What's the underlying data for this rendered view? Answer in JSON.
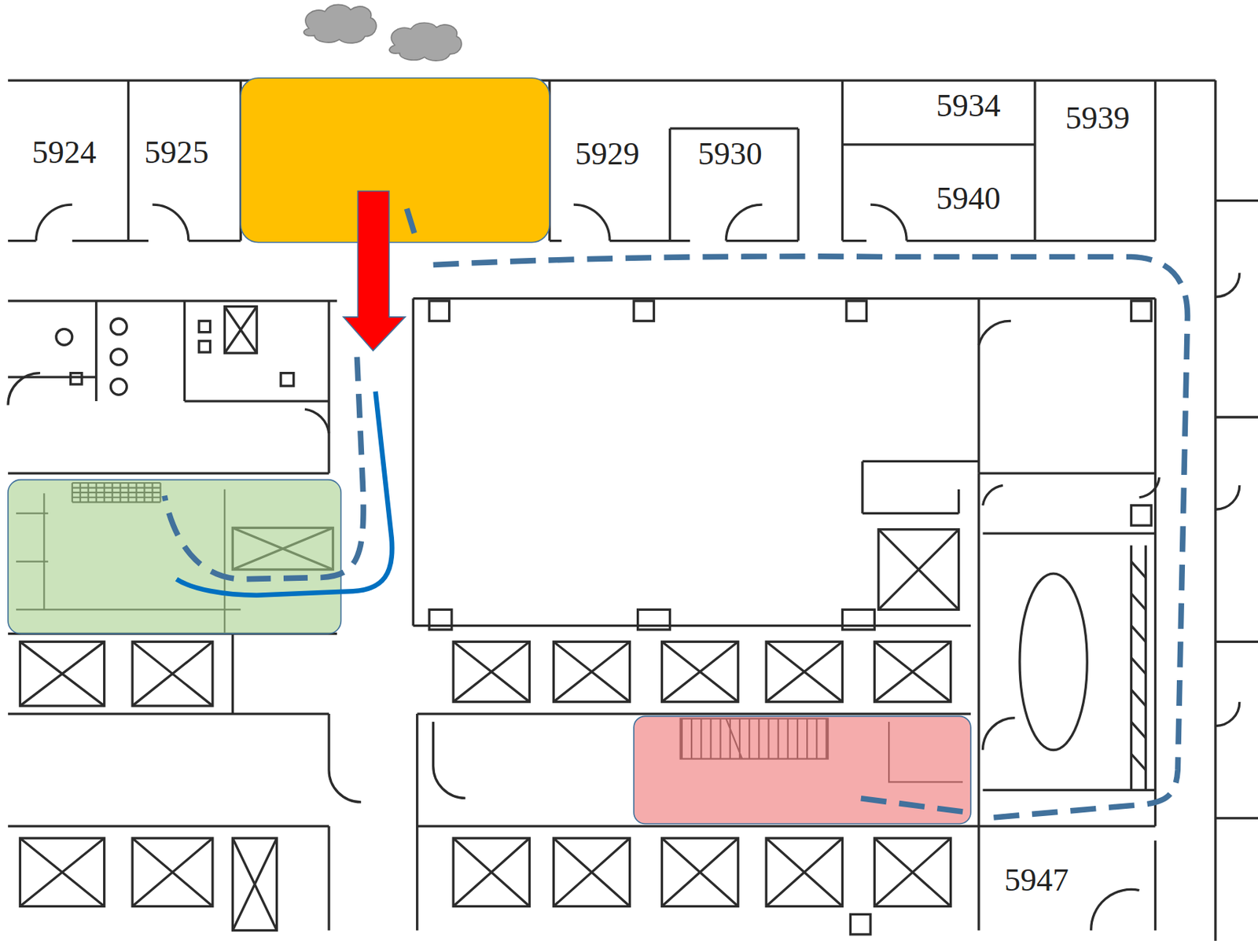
{
  "diagram": {
    "labels": [
      "5924",
      "5925",
      "5929",
      "5930",
      "5934",
      "5939",
      "5940",
      "5947"
    ]
  }
}
